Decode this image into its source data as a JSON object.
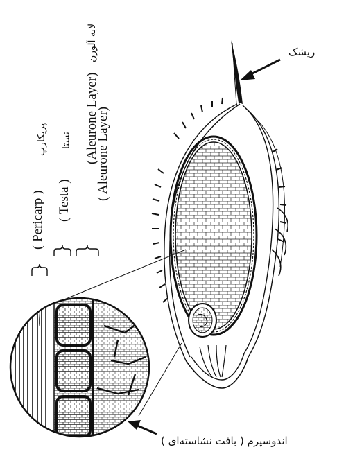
{
  "labels": {
    "awn": "ریشک",
    "aleurone_fa": "لایه آلورن",
    "aleurone_en": "(Aleurone Layer)",
    "aleurone_en_wrapped": "( Aleurone Layer)",
    "testa_fa": "تستا",
    "testa_en": "( Testa )",
    "pericarp_fa": "پریکارپ",
    "pericarp_en": "( Pericarp )",
    "endosperm": "اندوسپرم ( بافت نشاسته‌ای )"
  },
  "colors": {
    "ink": "#111111",
    "background": "#ffffff"
  }
}
